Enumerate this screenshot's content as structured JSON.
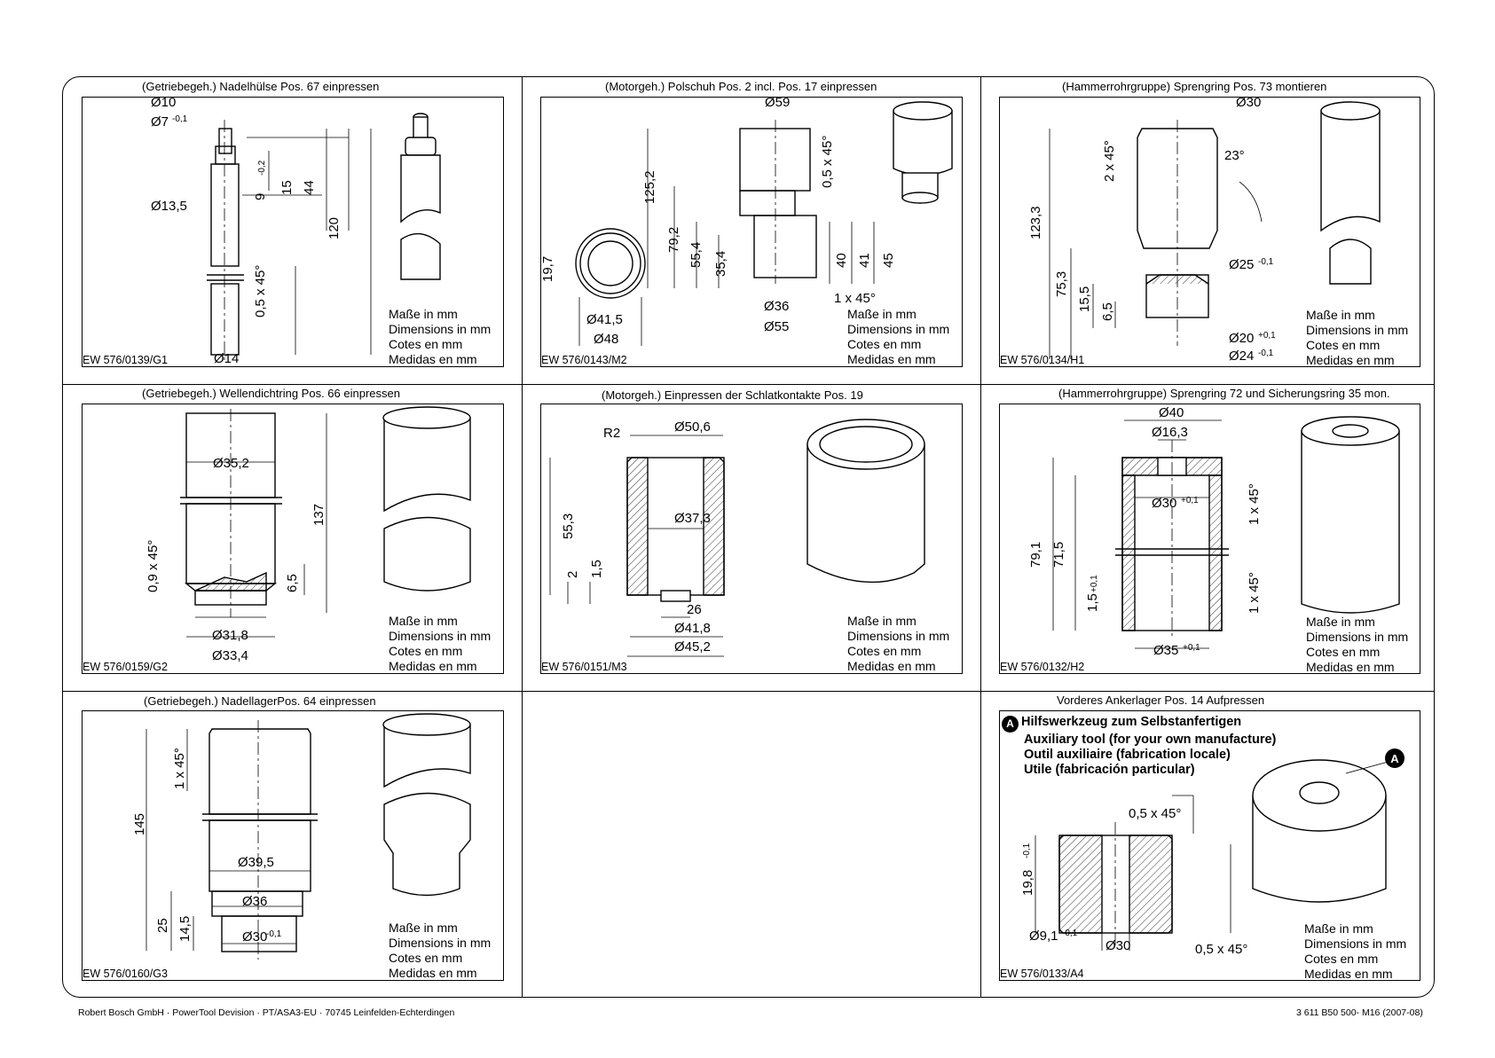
{
  "cells": [
    {
      "title": "(Getriebegeh.) Nadelhülse Pos. 67 einpressen",
      "code": "EW 576/0139/G1",
      "labels": [
        "Ø10",
        "Ø7",
        "-0,1",
        "Ø13,5",
        "Ø14",
        "9",
        "-0,2",
        "15",
        "44",
        "120",
        "0,5 x 45°"
      ]
    },
    {
      "title": "(Motorgeh.) Polschuh Pos. 2 incl. Pos. 17 einpressen",
      "code": "EW 576/0143/M2",
      "labels": [
        "Ø59",
        "125,2",
        "0,5 x 45°",
        "79,2",
        "55,4",
        "35,4",
        "40",
        "41",
        "45",
        "1 x 45°",
        "Ø36",
        "Ø55",
        "19,7",
        "Ø41,5",
        "Ø48"
      ]
    },
    {
      "title": "(Hammerrohrgruppe) Sprengring Pos. 73 montieren",
      "code": "EW 576/0134/H1",
      "labels": [
        "Ø30",
        "2 x 45°",
        "23°",
        "123,3",
        "Ø25",
        "-0,1",
        "75,3",
        "15,5",
        "6,5",
        "Ø20",
        "+0,1",
        "Ø24",
        "-0,1"
      ]
    },
    {
      "title": "(Getriebegeh.) Wellendichtring Pos. 66 einpressen",
      "code": "EW 576/0159/G2",
      "labels": [
        "Ø35,2",
        "137",
        "0,9 x 45°",
        "6,5",
        "Ø31,8",
        "Ø33,4"
      ]
    },
    {
      "title": "(Motorgeh.) Einpressen der Schlatkontakte Pos. 19",
      "code": "EW 576/0151/M3",
      "labels": [
        "R2",
        "Ø50,6",
        "55,3",
        "Ø37,3",
        "2",
        "1,5",
        "26",
        "Ø41,8",
        "Ø45,2"
      ]
    },
    {
      "title": "(Hammerrohrgruppe) Sprengring 72 und Sicherungsring 35 mon.",
      "code": "EW 576/0132/H2",
      "labels": [
        "Ø40",
        "Ø16,3",
        "Ø30",
        "+0,1",
        "1 x 45°",
        "79,1",
        "71,5",
        "1,5",
        "+0,1",
        "1 x 45°",
        "Ø35",
        "+0,1"
      ]
    },
    {
      "title": "(Getriebegeh.) NadellagerPos. 64 einpressen",
      "code": "EW 576/0160/G3",
      "labels": [
        "1 x 45°",
        "145",
        "Ø39,5",
        "Ø36",
        "25",
        "14,5",
        "Ø30",
        "-0,1"
      ]
    },
    {
      "title": "",
      "code": "",
      "labels": []
    },
    {
      "title": "Vorderes Ankerlager Pos. 14 Aufpressen",
      "code": "EW 576/0133/A4",
      "labels": [
        "0,5 x 45°",
        "19,8",
        "-0,1",
        "Ø9,1",
        "-0,1",
        "Ø30",
        "0,5 x 45°",
        "A"
      ]
    }
  ],
  "dims_note": [
    "Maße in mm",
    "Dimensions in mm",
    "Cotes en mm",
    "Medidas en mm"
  ],
  "aux_tool": {
    "badge": "A",
    "lines": [
      "Hilfswerkzeug zum Selbstanfertigen",
      "Auxiliary tool (for your own manufacture)",
      "Outil auxiliaire (fabrication locale)",
      "Utile (fabricación particular)"
    ]
  },
  "footer": {
    "left": "Robert Bosch GmbH · PowerTool Devision · PT/ASA3-EU · 70745 Leinfelden-Echterdingen",
    "right": "3 611 B50 500- M16 (2007-08)"
  }
}
